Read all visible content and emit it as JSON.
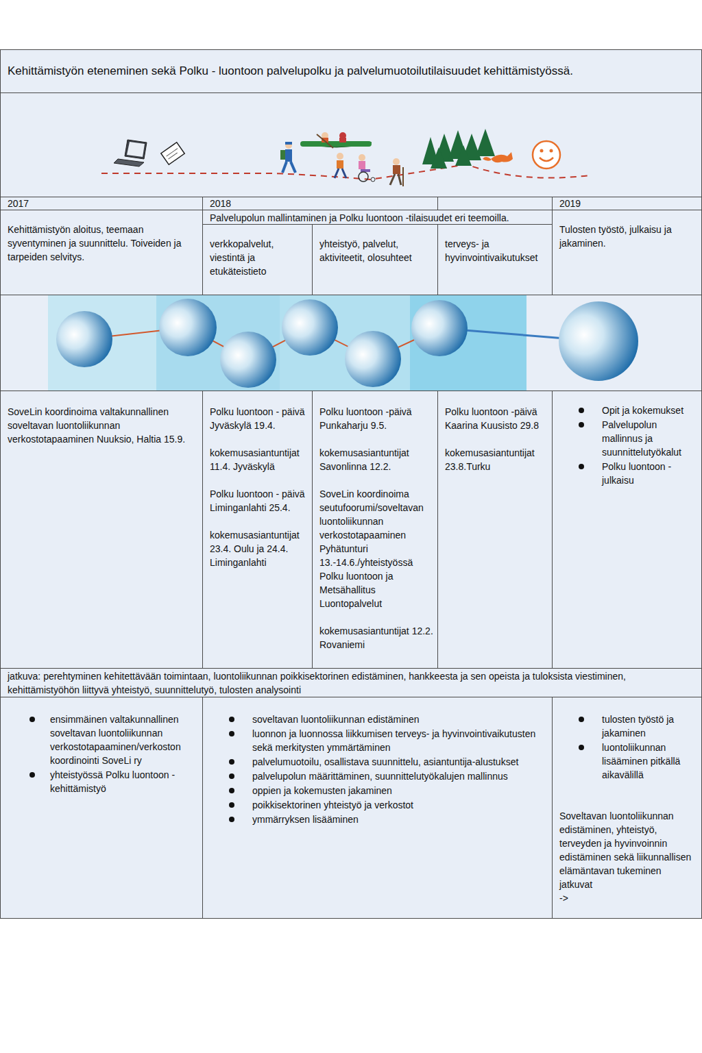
{
  "diagram": {
    "title": "Kehittämistyön eteneminen sekä Polku - luontoon palvelupolku ja palvelumuotoilutilaisuudet kehittämistyössä.",
    "nodes": [
      {
        "text": [
          "2017"
        ]
      },
      {
        "text": [
          "2018"
        ]
      },
      {
        "text": [
          "2019"
        ]
      },
      {
        "text": [
          "Kehittämistyön aloitus, teemaan syventyminen ja suunnittelu. Toiveiden ja tarpeiden selvitys."
        ]
      },
      {
        "text": [
          "Palvelupolun mallintaminen ja Polku luontoon -tilaisuudet eri teemoilla."
        ]
      },
      {
        "text": [
          "verkkopalvelut, viestintä ja etukäteistieto"
        ]
      },
      {
        "text": [
          "yhteistyö, palvelut, aktiviteetit, olosuhteet"
        ]
      },
      {
        "text": [
          "terveys- ja hyvinvointivaikutukset"
        ]
      },
      {
        "text": [
          "Tulosten työstö, julkaisu ja jakaminen."
        ]
      },
      {
        "text": [
          "SoveLin koordinoima valtakunnallinen soveltavan luontoliikunnan verkostotapaaminen Nuuksio, Haltia 15.9."
        ]
      },
      {
        "text": [
          "Polku luontoon - päivä Jyväskylä 19.4.",
          "kokemusasiantuntijat 11.4. Jyväskylä",
          "Polku luontoon - päivä Liminganlahti 25.4.",
          "kokemusasiantuntijat 23.4. Oulu ja 24.4. Liminganlahti"
        ]
      },
      {
        "text": [
          "Polku luontoon -päivä Punkaharju 9.5.",
          "kokemusasiantuntijat Savonlinna 12.2.",
          "SoveLin koordinoima seutufoorumi/soveltavan luontoliikunnan verkostotapaaminen Pyhätunturi 13.-14.6./yhteistyössä Polku luontoon ja Metsähallitus Luontopalvelut",
          "kokemusasiantuntijat 12.2. Rovaniemi"
        ]
      },
      {
        "text": [
          "Polku luontoon -päivä Kaarina Kuusisto 29.8",
          "kokemusasiantuntijat 23.8.Turku"
        ]
      },
      {
        "text": [
          "Opit ja kokemukset",
          "Palvelupolun mallinnus ja suunnittelutyökalut",
          "Polku luontoon - julkaisu"
        ]
      },
      {
        "text": [
          "jatkuva: perehtyminen kehitettävään toimintaan, luontoliikunnan poikkisektorinen edistäminen, hankkeesta ja sen opeista ja tuloksista viestiminen, kehittämistyöhön liittyvä yhteistyö, suunnittelutyö, tulosten analysointi"
        ]
      },
      {
        "text": [
          "ensimmäinen valtakunnallinen soveltavan luontoliikunnan verkostotapaaminen/verkoston koordinointi SoveLi ry",
          "yhteistyössä Polku luontoon -kehittämistyö"
        ]
      },
      {
        "text": [
          "soveltavan luontoliikunnan edistäminen",
          "luonnon ja luonnossa liikkumisen terveys- ja hyvinvointivaikutusten sekä merkitysten ymmärtäminen",
          "palvelumuotoilu, osallistava suunnittelu, asiantuntija-alustukset",
          "palvelupolun määrittäminen, suunnittelutyökalujen mallinnus",
          "oppien ja kokemusten jakaminen",
          "poikkisektorinen yhteistyö ja verkostot",
          "ymmärryksen lisääminen"
        ]
      },
      {
        "text": [
          "tulosten työstö ja jakaminen",
          "luontoliikunnan lisääminen pitkällä aikavälillä",
          "Soveltavan luontoliikunnan edistäminen, yhteistyö, terveyden ja hyvinvoinnin edistäminen sekä liikunnallisen elämäntavan tukeminen jatkuvat",
          "->"
        ]
      }
    ]
  }
}
